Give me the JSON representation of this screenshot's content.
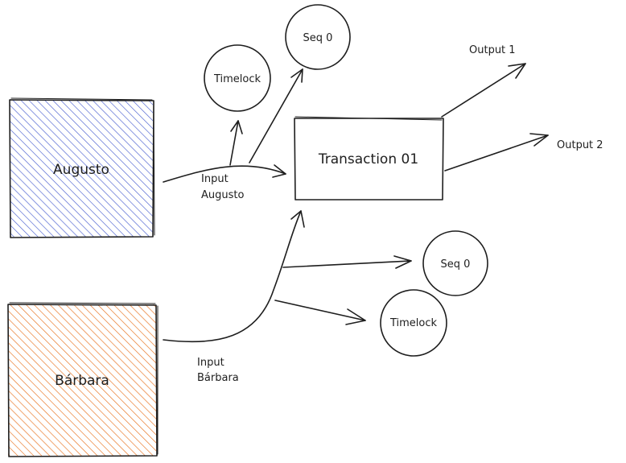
{
  "nodes": {
    "augusto": {
      "label": "Augusto",
      "fill": "#4a5fd0"
    },
    "barbara": {
      "label": "Bárbara",
      "fill": "#e8711c"
    },
    "transaction": {
      "label": "Transaction 01"
    },
    "timelock_top": {
      "label": "Timelock"
    },
    "seq_top": {
      "label": "Seq 0"
    },
    "seq_bottom": {
      "label": "Seq 0"
    },
    "timelock_bottom": {
      "label": "Timelock"
    }
  },
  "edge_labels": {
    "input_augusto": [
      "Input",
      "Augusto"
    ],
    "input_barbara": [
      "Input",
      "Bárbara"
    ],
    "output_1": "Output 1",
    "output_2": "Output 2"
  }
}
